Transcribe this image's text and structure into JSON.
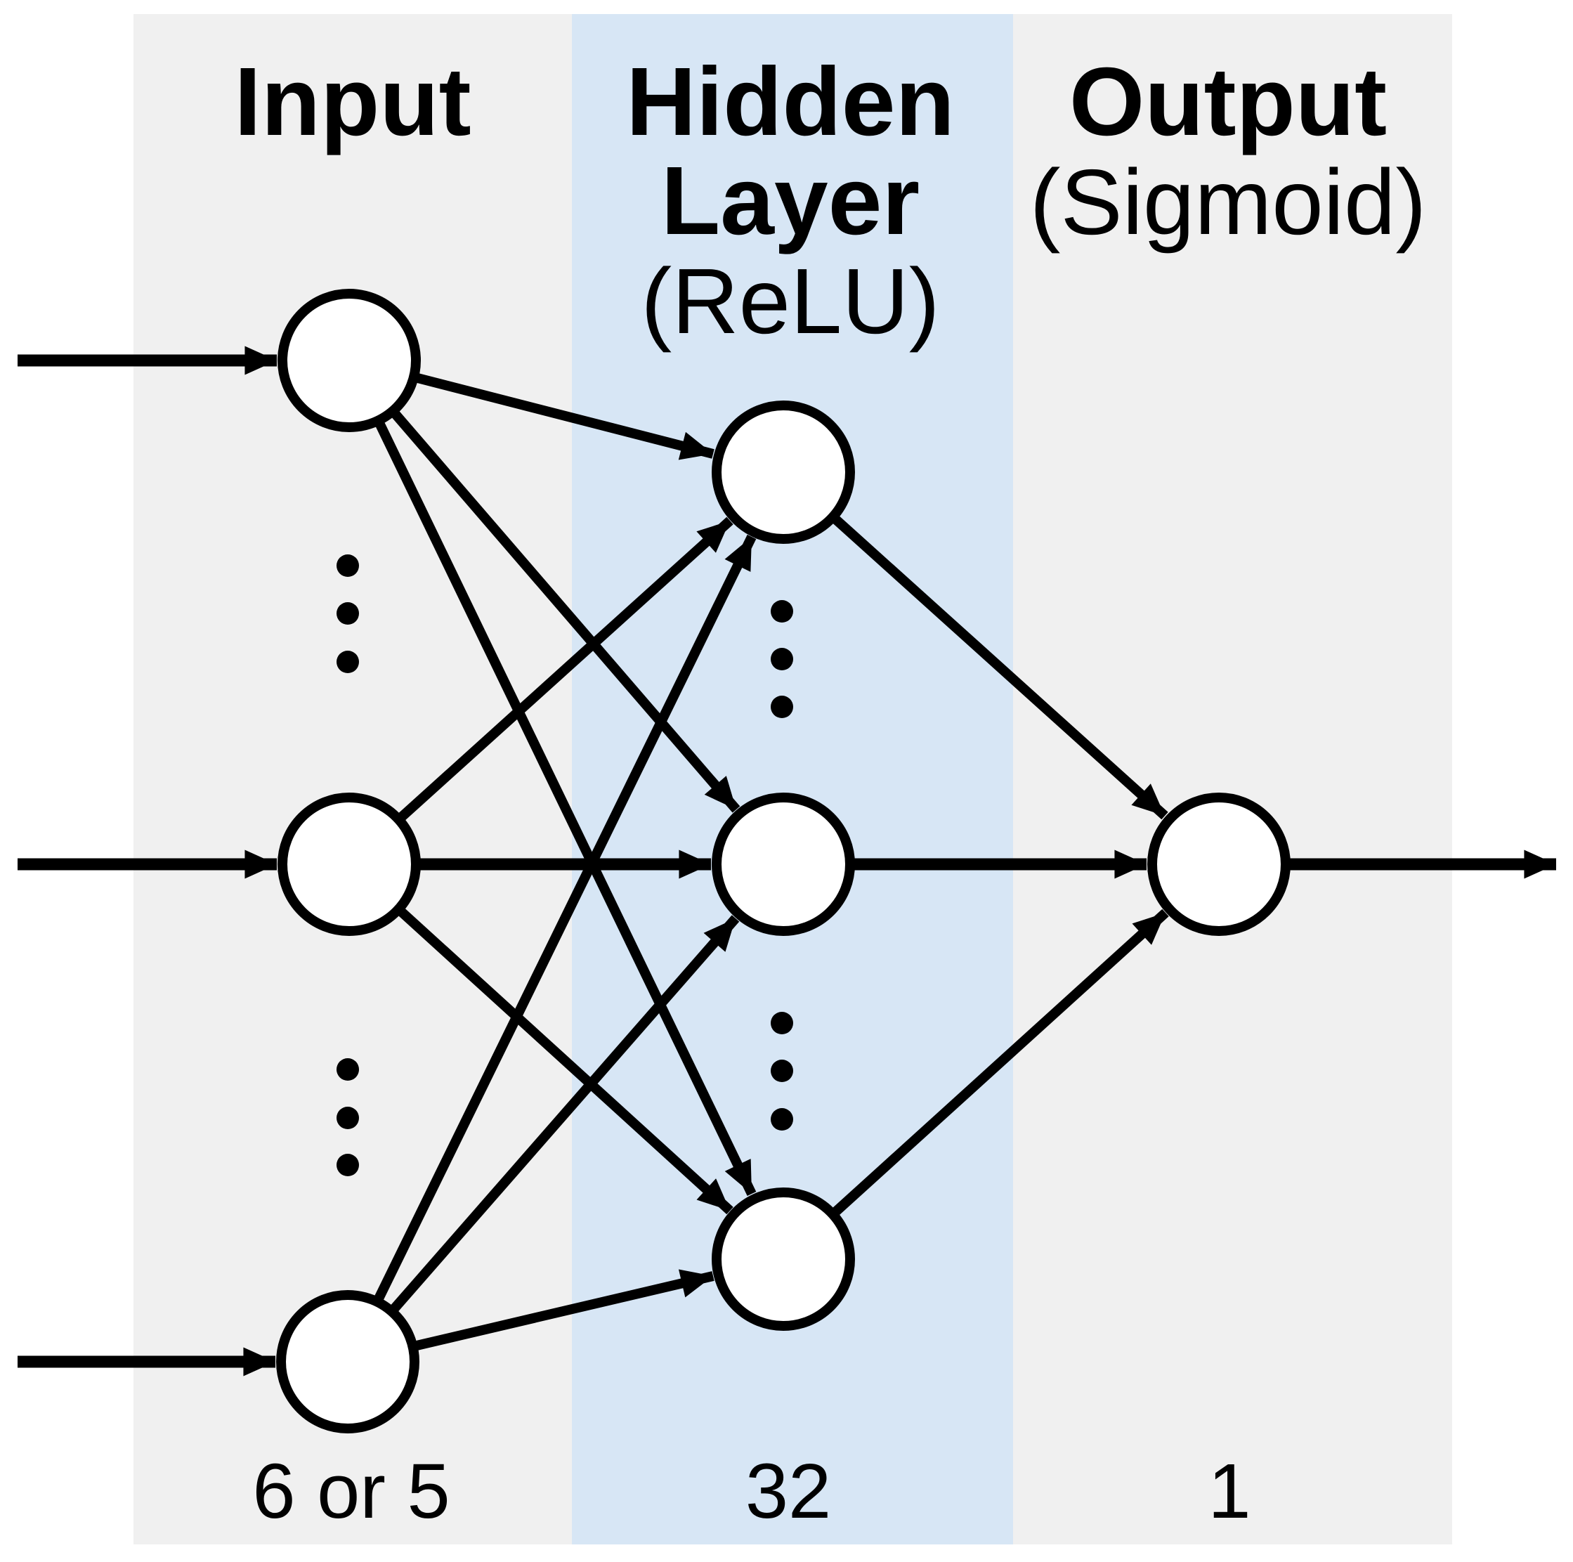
{
  "headers": {
    "input_line1": "Input",
    "hidden_line1": "Hidden",
    "hidden_line2": "Layer",
    "hidden_line3": "(ReLU)",
    "output_line1": "Output",
    "output_line2": "(Sigmoid)"
  },
  "counts": {
    "input": "6 or 5",
    "hidden": "32",
    "output": "1"
  },
  "colors": {
    "band_gray_input": "#f0f0f0",
    "band_blue_hidden": "#d7e6f5",
    "band_gray_output": "#f0f0f0",
    "ink": "#000000",
    "node_fill": "#ffffff"
  },
  "network": {
    "type": "feedforward-neural-network",
    "layers": [
      {
        "role": "input",
        "size_label": "6 or 5",
        "visible_nodes": 3
      },
      {
        "role": "hidden",
        "activation": "ReLU",
        "size_label": "32",
        "visible_nodes": 3
      },
      {
        "role": "output",
        "activation": "Sigmoid",
        "size_label": "1",
        "visible_nodes": 1
      }
    ],
    "connectivity": "fully-connected"
  }
}
